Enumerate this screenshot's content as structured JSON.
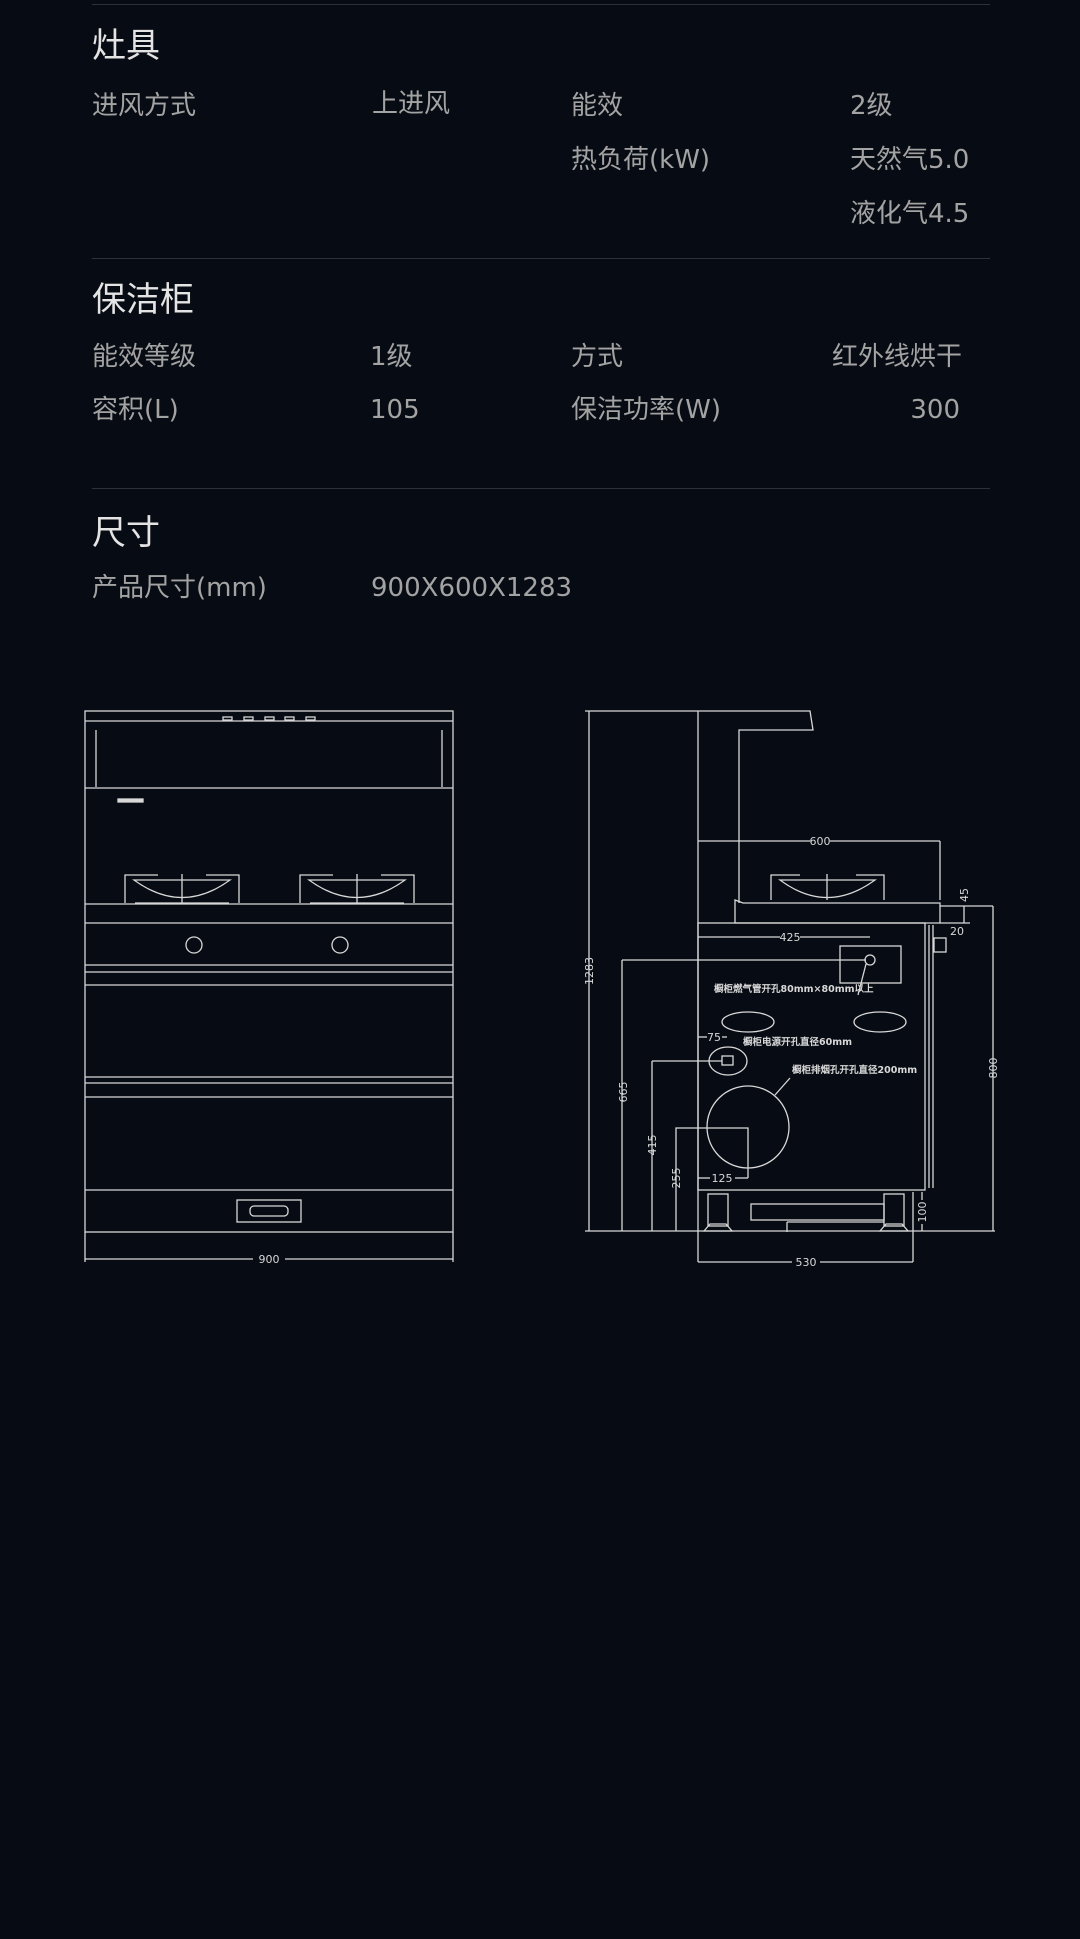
{
  "sections": {
    "stove": {
      "title": "灶具",
      "rows": [
        {
          "label": "进风方式",
          "value": "上进风",
          "label2": "能效",
          "value2": "2级"
        },
        {
          "label2": "热负荷(kW)",
          "value2": "天然气5.0"
        },
        {
          "value2": "液化气4.5"
        }
      ]
    },
    "cabinet": {
      "title": "保洁柜",
      "rows": [
        {
          "label": "能效等级",
          "value": "1级",
          "label2": "方式",
          "value2": "红外线烘干"
        },
        {
          "label": "容积(L)",
          "value": "105",
          "label2": "保洁功率(W)",
          "value2": "300"
        }
      ]
    },
    "size": {
      "title": "尺寸",
      "rows": [
        {
          "label": "产品尺寸(mm)",
          "value": "900X600X1283"
        }
      ]
    }
  },
  "diagram": {
    "front": {
      "width_dim": "900"
    },
    "side": {
      "dims": {
        "height": "1283",
        "depth": "600",
        "top": "45",
        "gap": "20",
        "counter": "800",
        "d425": "425",
        "d75": "75",
        "d665": "665",
        "d415": "415",
        "d255": "255",
        "d125": "125",
        "d100": "100",
        "d530": "530"
      },
      "notes": {
        "gas": "橱柜燃气管开孔80mm×80mm以上",
        "power": "橱柜电源开孔直径60mm",
        "exhaust": "橱柜排烟孔开孔直径200mm"
      }
    }
  }
}
